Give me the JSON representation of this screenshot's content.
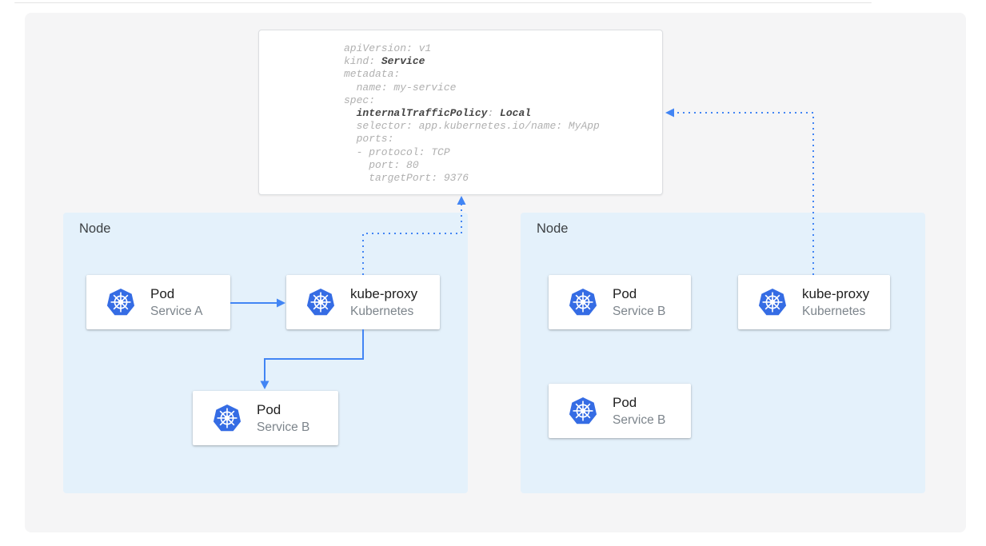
{
  "colors": {
    "accent_blue": "#4285f4",
    "node_bg": "#e4f1fb",
    "canvas_bg": "#f5f5f6",
    "k8s_icon_blue": "#356ce4",
    "code_regular": "#b0b0b0",
    "code_bold": "#454545"
  },
  "code": {
    "lines": [
      {
        "t1": "apiVersion: v1"
      },
      {
        "t1": "kind: ",
        "b1": "Service"
      },
      {
        "t1": "metadata:"
      },
      {
        "t1": "  name: my-service"
      },
      {
        "t1": "spec:"
      },
      {
        "t1": "  ",
        "b1": "internalTrafficPolicy",
        "t2": ": ",
        "b2": "Local"
      },
      {
        "t1": "  selector: app.kubernetes.io/name: MyApp"
      },
      {
        "t1": "  ports:"
      },
      {
        "t1": "  - protocol: TCP"
      },
      {
        "t1": "    port: 80"
      },
      {
        "t1": "    targetPort: 9376"
      }
    ]
  },
  "nodes": [
    {
      "label": "Node",
      "cards": [
        {
          "title": "Pod",
          "subtitle": "Service A",
          "icon": "kubernetes-logo-icon"
        },
        {
          "title": "kube-proxy",
          "subtitle": "Kubernetes",
          "icon": "kubernetes-logo-icon"
        },
        {
          "title": "Pod",
          "subtitle": "Service B",
          "icon": "kubernetes-logo-icon"
        }
      ]
    },
    {
      "label": "Node",
      "cards": [
        {
          "title": "Pod",
          "subtitle": "Service B",
          "icon": "kubernetes-logo-icon"
        },
        {
          "title": "kube-proxy",
          "subtitle": "Kubernetes",
          "icon": "kubernetes-logo-icon"
        },
        {
          "title": "Pod",
          "subtitle": "Service B",
          "icon": "kubernetes-logo-icon"
        }
      ]
    }
  ],
  "arrows": [
    {
      "from": "pod-service-a",
      "to": "kube-proxy-left",
      "style": "solid"
    },
    {
      "from": "kube-proxy-left",
      "to": "pod-service-b-left",
      "style": "solid"
    },
    {
      "from": "kube-proxy-left",
      "to": "service-yaml-box",
      "style": "dotted"
    },
    {
      "from": "kube-proxy-right",
      "to": "service-yaml-box",
      "style": "dotted"
    }
  ]
}
